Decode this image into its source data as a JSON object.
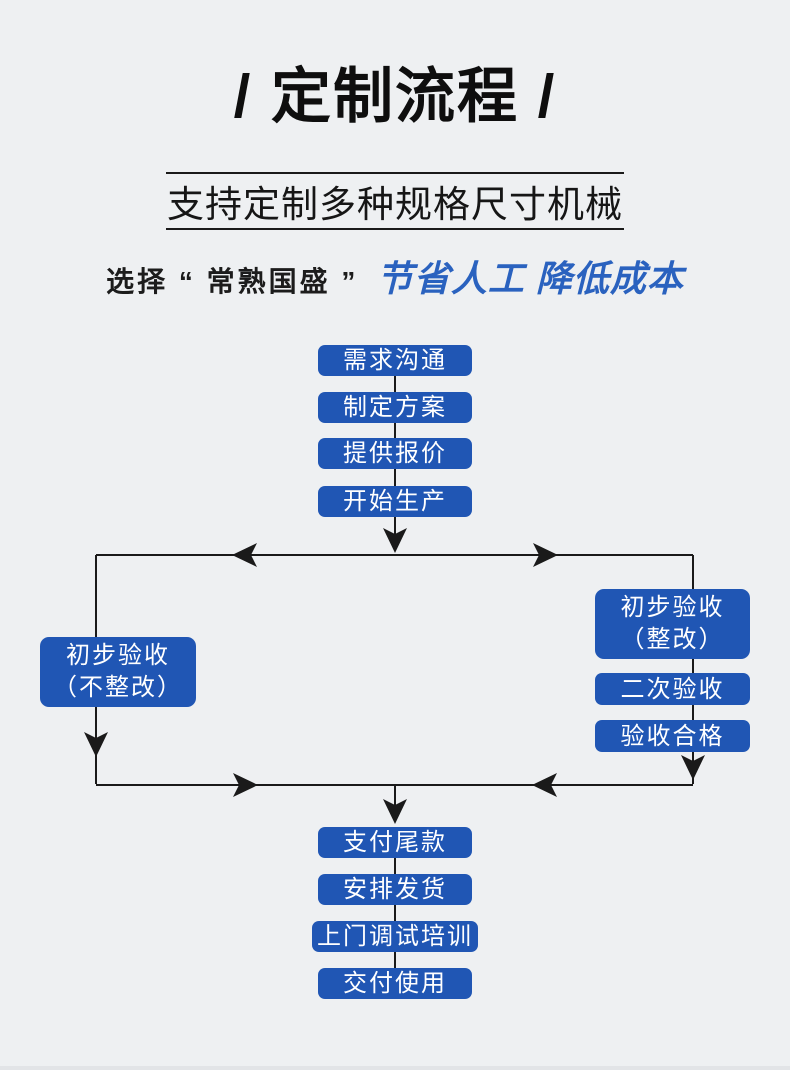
{
  "theme": {
    "background": "#eef0f2",
    "box_blue": "#2056b4",
    "highlight_blue": "#2a62bf",
    "line_black": "#1a1a1a",
    "box_text": "#ffffff"
  },
  "header": {
    "title": "/ 定制流程 /",
    "subtitle": "支持定制多种规格尺寸机械",
    "tagline_text": "选择 “ 常熟国盛 ”",
    "tagline_highlight": "节省人工 降低成本"
  },
  "flow": {
    "top_nodes": [
      "需求沟通",
      "制定方案",
      "提供报价",
      "开始生产"
    ],
    "left_branch_node": "初步验收\n（不整改）",
    "right_branch_nodes": [
      "初步验收\n（整改）",
      "二次验收",
      "验收合格"
    ],
    "bottom_nodes": [
      "支付尾款",
      "安排发货",
      "上门调试培训",
      "交付使用"
    ]
  }
}
